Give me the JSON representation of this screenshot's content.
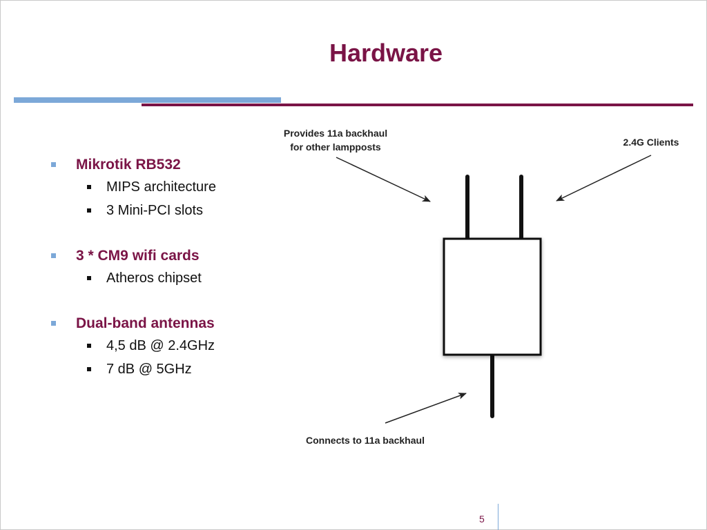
{
  "slide": {
    "title": "Hardware",
    "page_number": "5"
  },
  "bullets": [
    {
      "label": "Mikrotik RB532",
      "children": [
        "MIPS architecture",
        "3 Mini-PCI slots"
      ]
    },
    {
      "label": "3 * CM9 wifi cards",
      "children": [
        "Atheros chipset"
      ]
    },
    {
      "label": "Dual-band antennas",
      "children": [
        "4,5 dB @ 2.4GHz",
        "7 dB @ 5GHz"
      ]
    }
  ],
  "diagram": {
    "backhaul_callout": [
      "Provides 11a backhaul",
      "for other lampposts"
    ],
    "clients_callout": "2.4G Clients",
    "connect_callout": "Connects to 11a backhaul"
  },
  "colors": {
    "title": "#7a1446",
    "accent_blue": "#7ca8d8",
    "rule_maroon": "#7a1446"
  }
}
